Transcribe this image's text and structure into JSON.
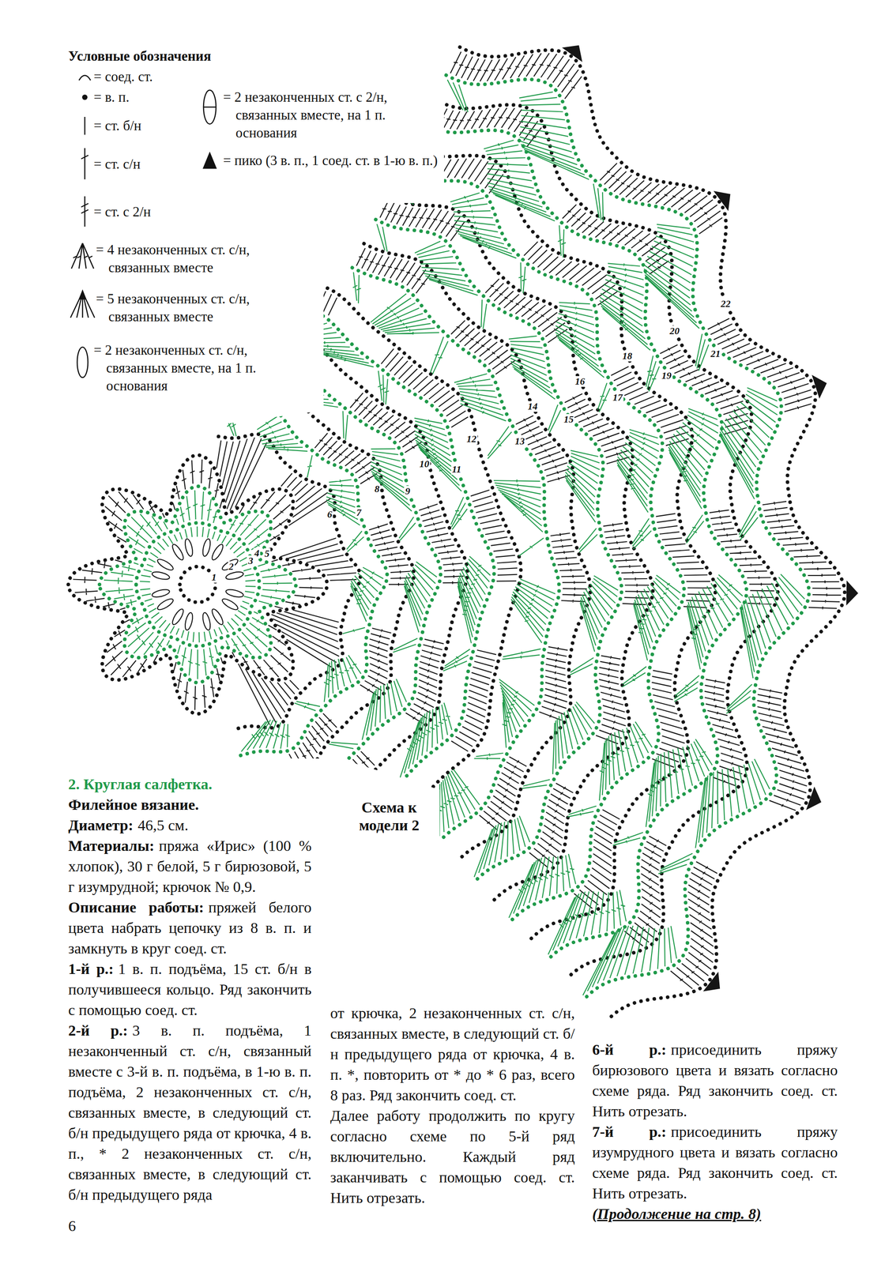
{
  "diagram": {
    "title": "2. Круглая салфетка.",
    "labels": [
      "Условные обозначения",
      "Схема к модели 2",
      "Филейное вязание.",
      "Диаметр:",
      "46,5 см.",
      "Материалы:",
      "пряжа «Ирис» (100 % хлопок), 30 г белой, 5 г бирюзовой, 5 г изумрудной; крючок № 0,9.",
      "Описание работы:",
      "пряжей белого цвета набрать цепочку из 8 в. п. и замкнуть в круг соед. ст.",
      "1-й р.:",
      "1 в. п. подъёма, 15 ст. б/н в получившееся кольцо. Ряд закончить с помощью соед. ст.",
      "2-й р.:",
      "3 в. п. подъёма, 1 незаконченный ст. с/н, связанный вместе с 3-й в. п. подъёма, в 1-ю в. п. подъёма, 2 незаконченных ст. с/н, связанных вместе, в следующий ст. б/н предыдущего ряда от крючка, 4 в. п., * 2 незаконченных ст. с/н, связанных вместе, в следующий ст. б/н предыдущего ряда",
      "от крючка, 2 незаконченных ст. с/н, связанных вместе, в следующий ст. б/н предыдущего ряда от крючка, 4 в. п. *, повторить от * до * 6 раз, всего 8 раз. Ряд закончить соед. ст.",
      "Далее работу продолжить по кругу согласно схеме по 5-й ряд включительно. Каждый ряд заканчивать с помощью соед. ст. Нить отрезать.",
      "6-й р.:",
      "присоединить пряжу бирюзового цвета и вязать согласно схеме ряда. Ряд закончить соед. ст. Нить отрезать.",
      "7-й р.:",
      "присоединить пряжу изумрудного цвета и вязать согласно схеме ряда. Ряд закончить соед. ст. Нить отрезать.",
      "(Продолжение на стр. 8)",
      "6",
      "1",
      "2",
      "3",
      "4",
      "5",
      "6",
      "7",
      "8",
      "9",
      "10",
      "11",
      "12",
      "13",
      "14",
      "15",
      "16",
      "17",
      "18",
      "19",
      "20",
      "21",
      "22"
    ],
    "legend": [
      {
        "text": "= соед. ст."
      },
      {
        "text": "= в. п."
      },
      {
        "text": "= ст. б/н"
      },
      {
        "text": "= ст. с/н"
      },
      {
        "text": "= ст. с 2/н"
      },
      {
        "text": "= 4 незаконченных ст. с/н, связанных вместе"
      },
      {
        "text": "= 5 незаконченных ст. с/н, связанных вместе"
      },
      {
        "text": "= 2 незаконченных ст. с/н, связанных вместе, на 1 п. основания"
      },
      {
        "text": "= 2 незаконченных ст. с 2/н, связанных вместе, на 1 п. основания"
      },
      {
        "text": "= пико (3 в. п., 1 соед. ст. в 1-ю в. п.)"
      }
    ]
  }
}
